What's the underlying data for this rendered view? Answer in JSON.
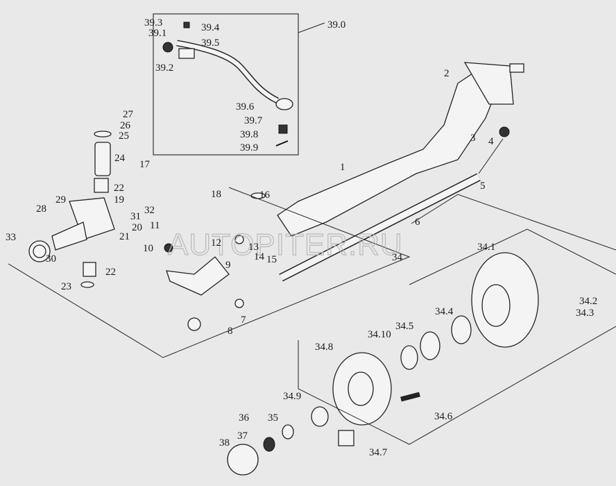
{
  "watermark": "AUTOPITER.RU",
  "labels": {
    "p39_3": "39.3",
    "p39_4": "39.4",
    "p39_1": "39.1",
    "p39_5": "39.5",
    "p39_2": "39.2",
    "p39_0": "39.0",
    "p39_6": "39.6",
    "p39_7": "39.7",
    "p39_8": "39.8",
    "p39_9": "39.9",
    "p27": "27",
    "p26": "26",
    "p25": "25",
    "p24": "24",
    "p17": "17",
    "p22a": "22",
    "p19": "19",
    "p29": "29",
    "p28": "28",
    "p31": "31",
    "p32": "32",
    "p20": "20",
    "p21": "21",
    "p11": "11",
    "p10": "10",
    "p33": "33",
    "p30": "30",
    "p22b": "22",
    "p23": "23",
    "p2": "2",
    "p3": "3",
    "p4": "4",
    "p1": "1",
    "p5": "5",
    "p18": "18",
    "p16": "16",
    "p6": "6",
    "p12": "12",
    "p13": "13",
    "p14": "14",
    "p15": "15",
    "p34": "34",
    "p9": "9",
    "p7": "7",
    "p8": "8",
    "p34_1": "34.1",
    "p34_2": "34.2",
    "p34_3": "34.3",
    "p34_4": "34.4",
    "p34_5": "34.5",
    "p34_10": "34.10",
    "p34_8": "34.8",
    "p34_9": "34.9",
    "p34_6": "34.6",
    "p35": "35",
    "p36": "36",
    "p37": "37",
    "p38": "38",
    "p34_7": "34.7"
  }
}
